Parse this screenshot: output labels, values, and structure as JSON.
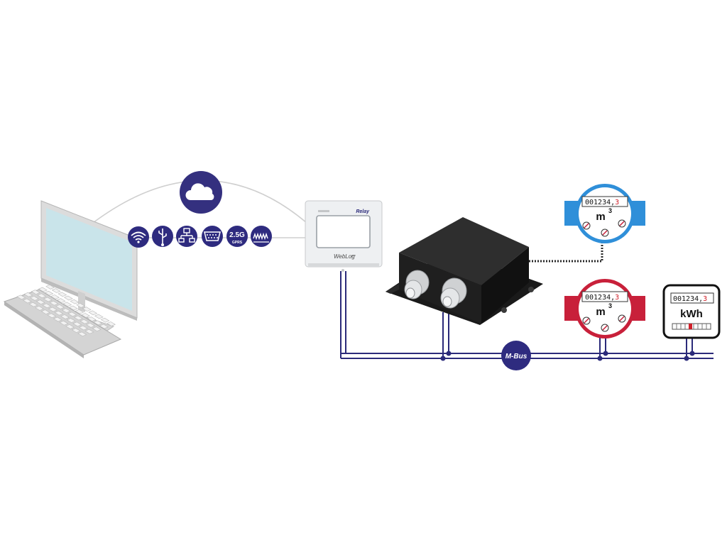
{
  "datalogger": {
    "brand": "Relay",
    "product_name": "WebLog",
    "product_suffix": "pro"
  },
  "connectivity_icons": [
    {
      "name": "wifi-icon"
    },
    {
      "name": "usb-icon"
    },
    {
      "name": "ethernet-icon"
    },
    {
      "name": "serial-port-icon"
    },
    {
      "name": "cellular-2.5g-icon",
      "label": "2.5G",
      "sublabel": "GPRS"
    },
    {
      "name": "modem-signal-icon"
    }
  ],
  "bus": {
    "label": "M-Bus"
  },
  "meters": [
    {
      "id": "water-meter-blue",
      "reading": "001234,",
      "decimal": "3",
      "unit": "m",
      "unit_sup": "3",
      "color": "#2f8fd9"
    },
    {
      "id": "water-meter-red",
      "reading": "001234,",
      "decimal": "3",
      "unit": "m",
      "unit_sup": "3",
      "color": "#c8203a"
    },
    {
      "id": "electricity-meter",
      "reading": "001234,",
      "decimal": "3",
      "unit": "kWh"
    }
  ],
  "colors": {
    "bus_line": "#2b2a7a",
    "icon_circle": "#2e2b7f",
    "cloud": "#34307f",
    "reading_decimal": "#d0202a"
  }
}
